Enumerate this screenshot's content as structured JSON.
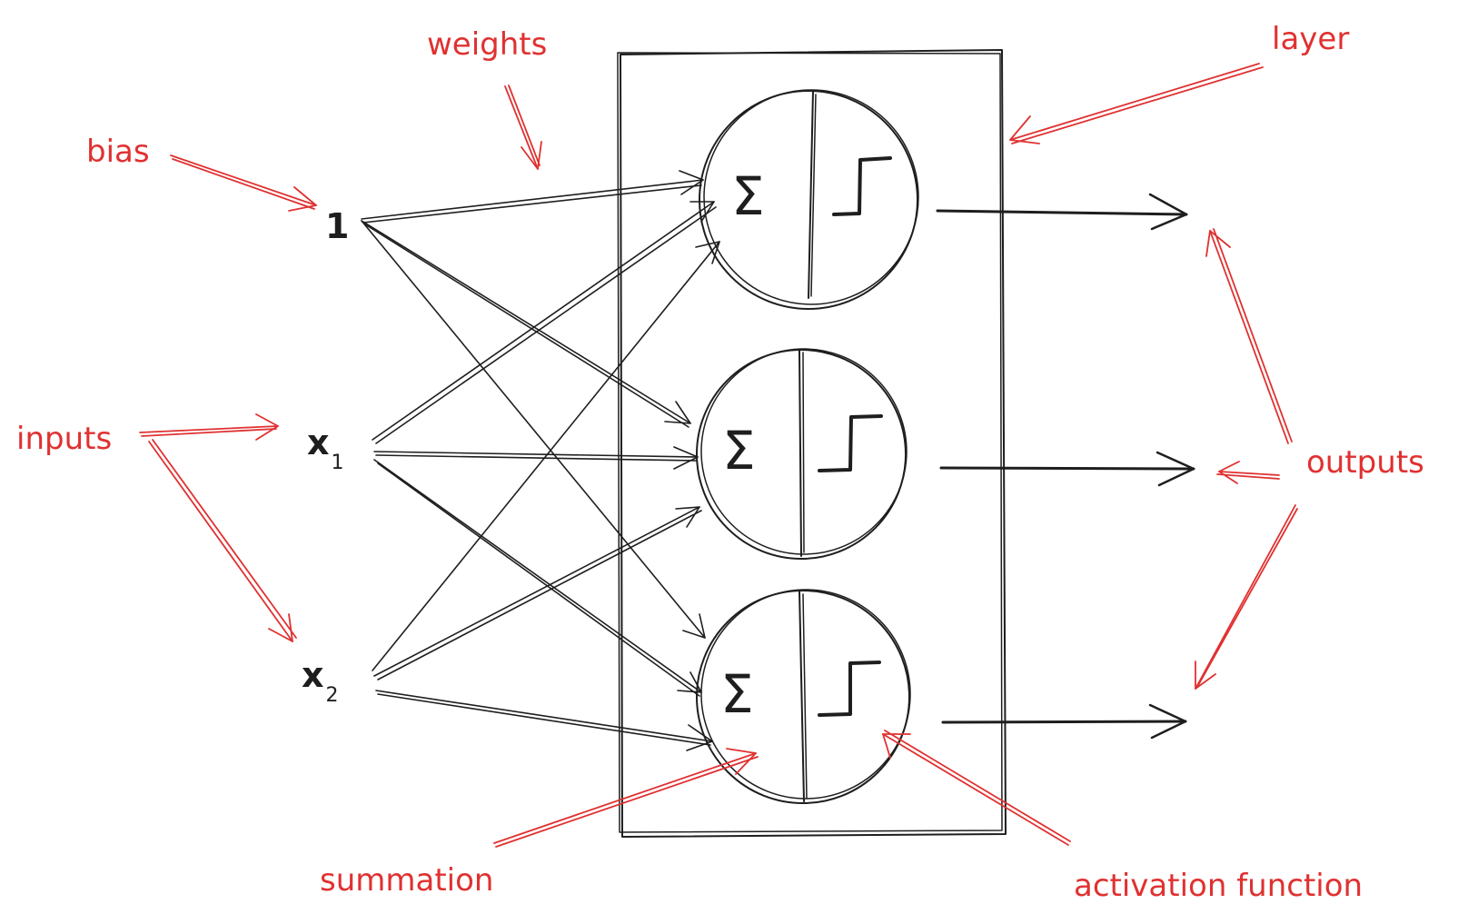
{
  "inputs": [
    {
      "base": "1",
      "sub": ""
    },
    {
      "base": "x",
      "sub": "1"
    },
    {
      "base": "x",
      "sub": "2"
    }
  ],
  "neuron_symbols": {
    "summation": "Σ",
    "activation": "step"
  },
  "annotations": {
    "weights": "weights",
    "layer": "layer",
    "bias": "bias",
    "inputs": "inputs",
    "outputs": "outputs",
    "summation": "summation",
    "activation_function": "activation function"
  },
  "colors": {
    "ink": "#1e1e1e",
    "annotation": "#e03131",
    "background": "#ffffff"
  }
}
